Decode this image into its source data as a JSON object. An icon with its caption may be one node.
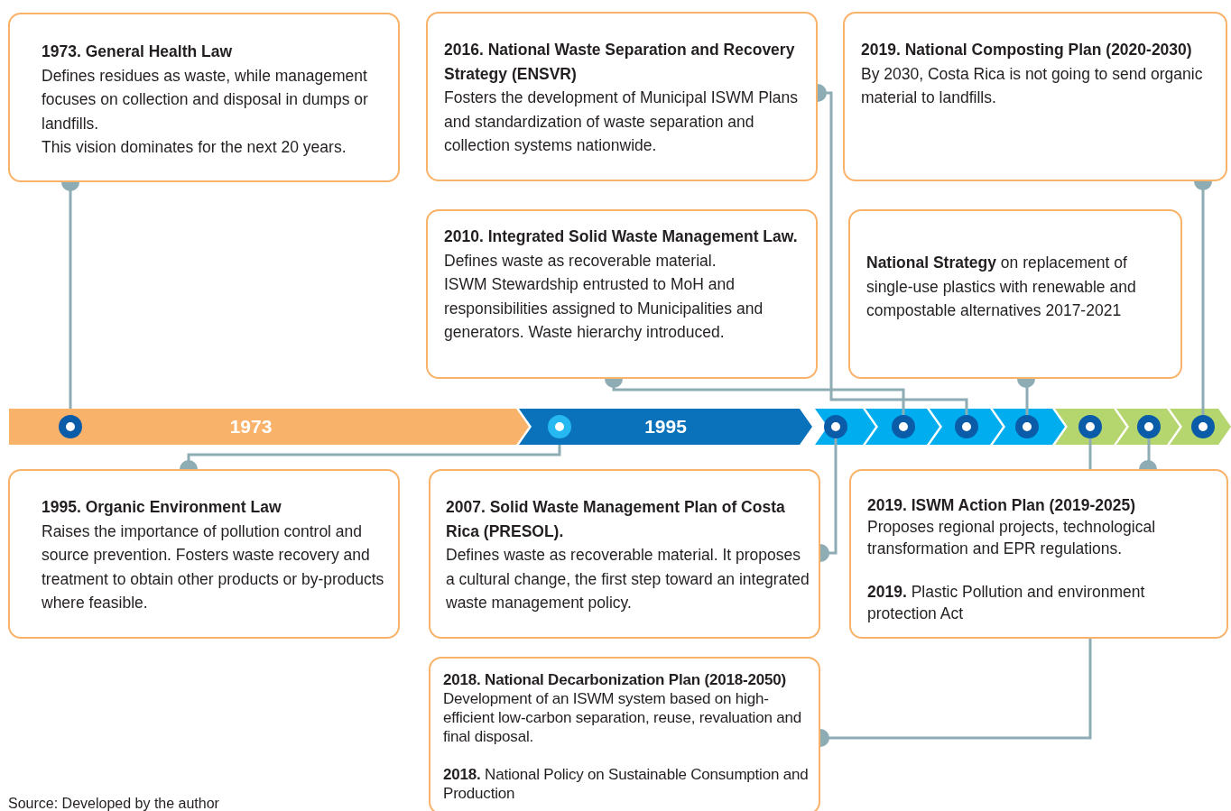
{
  "diagram": {
    "nodes": [
      {
        "text": [
          "1973. General Health Law",
          "Defines residues as waste, while management focuses on collection and disposal in dumps or landfills.",
          "This vision dominates for the next 20 years."
        ]
      },
      {
        "text": [
          "2016. National Waste Separation and Recovery Strategy (ENSVR)",
          "Fosters the development of Municipal ISWM Plans and standardization of waste separation and collection systems nationwide."
        ]
      },
      {
        "text": [
          "2019. National Composting Plan (2020-2030)",
          "By 2030, Costa Rica is not going to send organic material to landfills."
        ]
      },
      {
        "text": [
          "2010. Integrated Solid Waste Management Law.",
          "Defines waste as recoverable material.",
          "ISWM Stewardship entrusted to MoH and responsibilities assigned to Municipalities and generators.  Waste hierarchy introduced."
        ]
      },
      {
        "text": [
          "**National Strategy** on replacement of single-use plastics with renewable and compostable alternatives 2017-2021"
        ]
      },
      {
        "text": [
          "1973"
        ]
      },
      {
        "text": [
          "1995"
        ]
      },
      {
        "text": [
          "1995. Organic Environment Law",
          "Raises the importance of pollution control and source prevention. Fosters waste recovery and treatment to obtain other products or by-products where feasible."
        ]
      },
      {
        "text": [
          "2007. Solid Waste Management Plan of Costa Rica (PRESOL).",
          "Defines waste as recoverable material. It proposes a cultural change, the first step toward an integrated waste management policy."
        ]
      },
      {
        "text": [
          "2019. ISWM Action Plan (2019-2025)",
          "Proposes regional projects, technological transformation and EPR regulations.",
          "**2019.** Plastic Pollution and environment protection Act"
        ]
      },
      {
        "text": [
          "2018. National Decarbonization Plan (2018-2050)",
          "Development of an ISWM system based on high-efficient low-carbon separation, reuse, revaluation and final disposal.",
          "**2018.** National Policy on Sustainable Consumption and Production"
        ]
      },
      {
        "text": [],
        "shape": "circle",
        "in": 5
      },
      {
        "text": [],
        "shape": "circle",
        "in": 6
      },
      {
        "text": [],
        "shape": "circle"
      },
      {
        "text": [],
        "shape": "circle"
      },
      {
        "text": [],
        "shape": "circle"
      },
      {
        "text": [],
        "shape": "circle"
      },
      {
        "text": [],
        "shape": "circle"
      },
      {
        "text": [],
        "shape": "circle"
      },
      {
        "text": [],
        "shape": "circle"
      }
    ],
    "edges": [
      {
        "from": 0,
        "to": 11,
        "arrow": "other"
      },
      {
        "from": 1,
        "to": 15,
        "arrow": "other"
      },
      {
        "from": 2,
        "to": 19,
        "arrow": "other"
      },
      {
        "from": 3,
        "to": 14,
        "arrow": "other"
      },
      {
        "from": 4,
        "to": 16,
        "arrow": "other"
      },
      {
        "from": 7,
        "to": 12,
        "arrow": "other"
      },
      {
        "from": 8,
        "to": 13,
        "arrow": "other"
      },
      {
        "from": 9,
        "to": 18,
        "arrow": "other"
      },
      {
        "from": 9,
        "to": 17,
        "arrow": "none"
      },
      {
        "from": 10,
        "to": 9,
        "arrow": "other"
      }
    ],
    "labels": [
      "Source: Developed by the author"
    ]
  }
}
